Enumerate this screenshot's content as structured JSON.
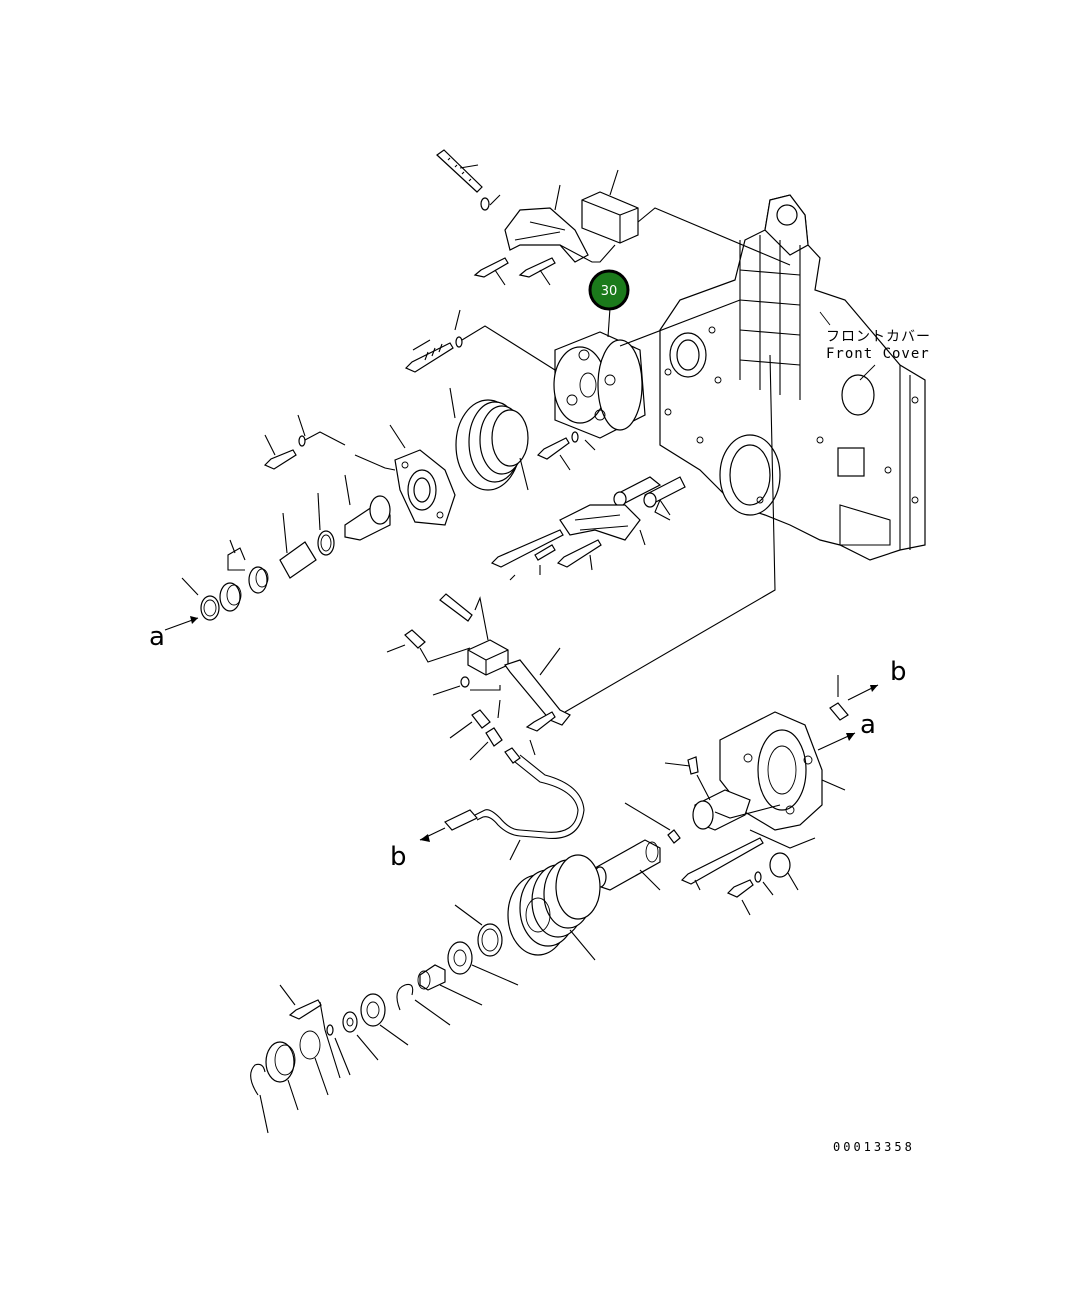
{
  "labels": {
    "front_cover_jp": "フロントカバー",
    "front_cover_en": "Front Cover",
    "arrow_a_left": "a",
    "arrow_a_right": "a",
    "arrow_b_top": "b",
    "arrow_b_bottom": "b",
    "drawing_number": "00013358"
  },
  "callout": {
    "number": "30",
    "color": "#1b7a1b"
  },
  "colors": {
    "line": "#000000",
    "background": "#ffffff"
  }
}
